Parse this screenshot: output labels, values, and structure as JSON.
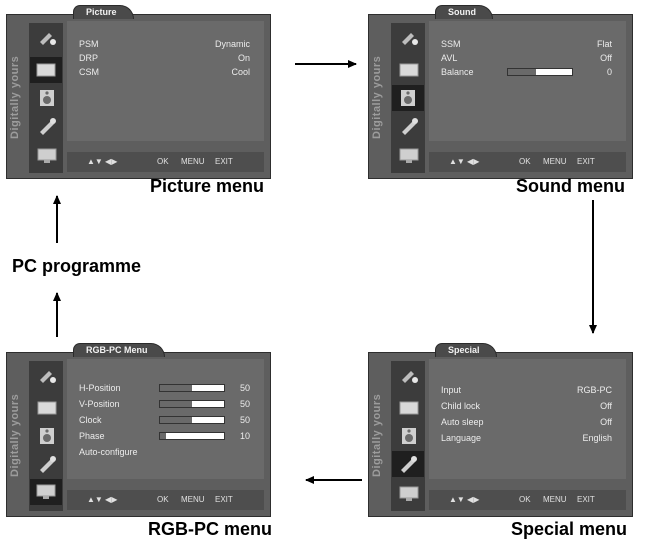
{
  "sidebar_label": "Digitally yours",
  "nav": {
    "arrows": "▲▼ ◀▶",
    "ok": "OK",
    "menu": "MENU",
    "exit": "EXIT"
  },
  "captions": {
    "picture": "Picture menu",
    "sound": "Sound menu",
    "special": "Special menu",
    "rgbpc": "RGB-PC menu",
    "pc": "PC programme"
  },
  "menus": {
    "picture": {
      "tab": "Picture",
      "rows": [
        {
          "label": "PSM",
          "value": "Dynamic"
        },
        {
          "label": "DRP",
          "value": "On"
        },
        {
          "label": "CSM",
          "value": "Cool"
        }
      ]
    },
    "sound": {
      "tab": "Sound",
      "rows": [
        {
          "label": "SSM",
          "value": "Flat"
        },
        {
          "label": "AVL",
          "value": "Off"
        },
        {
          "label": "Balance",
          "value": "0",
          "level": 0.44
        }
      ]
    },
    "special": {
      "tab": "Special",
      "rows": [
        {
          "label": "Input",
          "value": "RGB-PC"
        },
        {
          "label": "Child lock",
          "value": "Off"
        },
        {
          "label": "Auto sleep",
          "value": "Off"
        },
        {
          "label": "Language",
          "value": "English"
        }
      ]
    },
    "rgbpc": {
      "tab": "RGB-PC Menu",
      "rows": [
        {
          "label": "H-Position",
          "value": "50",
          "level": 0.5
        },
        {
          "label": "V-Position",
          "value": "50",
          "level": 0.5
        },
        {
          "label": "Clock",
          "value": "50",
          "level": 0.5
        },
        {
          "label": "Phase",
          "value": "10",
          "level": 0.1
        },
        {
          "label": "Auto-configure",
          "value": ""
        }
      ]
    }
  },
  "colors": {
    "panel": "#5e5e5e",
    "sidebar": "#3c3c3c",
    "text": "#ececec"
  }
}
